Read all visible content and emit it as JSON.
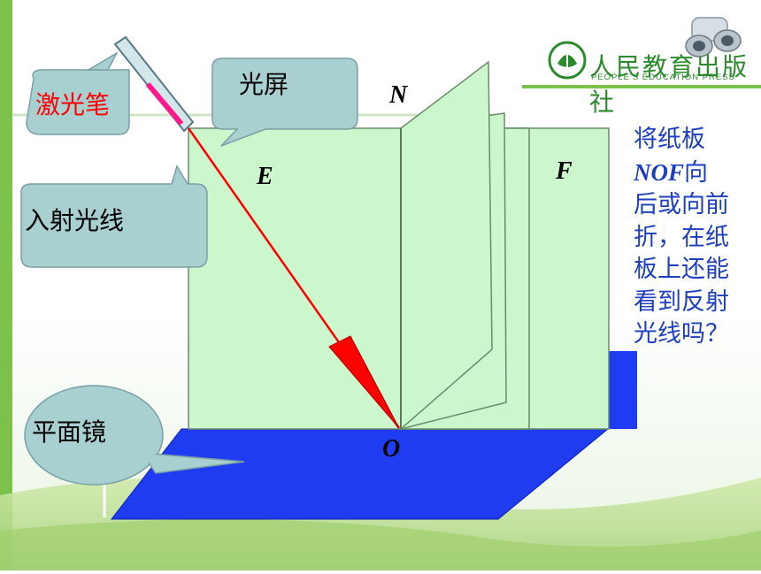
{
  "logo": {
    "publisher_cn": "人民教育出版社",
    "publisher_en": "PEOPLE'S EDUCATION PRESS"
  },
  "callouts": {
    "laser_pen": "激光笔",
    "light_screen": "光屏",
    "incident_ray": "入射光线",
    "plane_mirror": "平面镜"
  },
  "points": {
    "N": "N",
    "E": "E",
    "F": "F",
    "O": "O"
  },
  "side_note": {
    "part1": "将纸板",
    "italic": "NOF",
    "part2": "向后或向前折，在纸板上还能看到反射光线吗？"
  },
  "colors": {
    "board": "#ccf7cc",
    "mirror": "#1f3cf0",
    "ray": "#ff0000",
    "callout_fill": "#a9d0d0",
    "note_text": "#1d3fbf",
    "laser_marker": "#ff1a8c"
  }
}
